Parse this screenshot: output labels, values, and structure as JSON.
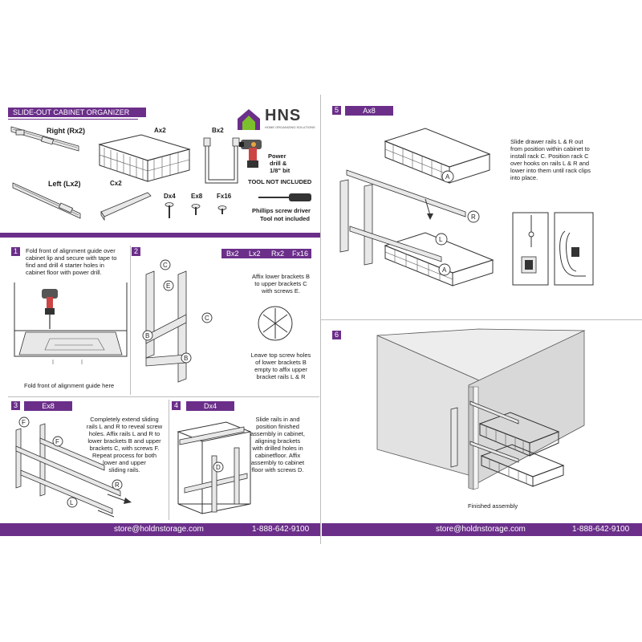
{
  "header": {
    "title": "SLIDE-OUT CABINET ORGANIZER"
  },
  "brand": {
    "logo_text": "HNS",
    "tagline": "HOME ORGANIZING SOLUTIONS",
    "logo_color": "#3a3a3a",
    "accent_green": "#7cbf2c"
  },
  "colors": {
    "accent": "#6b2f8a",
    "line": "#bdbdbd"
  },
  "parts": {
    "right": "Right (Rx2)",
    "left": "Left (Lx2)",
    "a": "Ax2",
    "b": "Bx2",
    "c": "Cx2",
    "d": "Dx4",
    "e": "Ex8",
    "f": "Fx16"
  },
  "tools": {
    "drill_line1": "Power",
    "drill_line2": "drill &",
    "drill_line3": "1/8\" bit",
    "tool_not_included_1": "TOOL NOT INCLUDED",
    "screwdriver_line1": "Phillips screw driver",
    "screwdriver_line2": "Tool not included"
  },
  "steps": {
    "s1": {
      "num": "1",
      "text1": "Fold front of alignment guide over",
      "text2": "cabinet lip and secure with tape to",
      "text3": "find and drill 4 starter holes in",
      "text4": "cabinet floor with power drill.",
      "caption": "Fold front of alignment guide here"
    },
    "s2": {
      "num": "2",
      "tags": [
        "Bx2",
        "Lx2",
        "Rx2",
        "Fx16"
      ],
      "text1": "Affix lower brackets B",
      "text2": "to upper brackets C",
      "text3": "with screws E.",
      "note1": "Leave top screw holes",
      "note2": "of lower brackets B",
      "note3": "empty to affix upper",
      "note4": "bracket rails L & R"
    },
    "s3": {
      "num": "3",
      "tag": "Ex8",
      "text1": "Completely extend sliding",
      "text2": "rails L and R to reveal screw",
      "text3": "holes. Affix rails L and R to",
      "text4": "lower brackets B and upper",
      "text5": "brackets C, with screws F.",
      "text6": "Repeat process for both",
      "text7": "lower and upper",
      "text8": "sliding rails."
    },
    "s4": {
      "num": "4",
      "tag": "Dx4",
      "text1": "Slide rails in and",
      "text2": "position finished",
      "text3": "assembly in cabinet,",
      "text4": "aligning brackets",
      "text5": "with drilled holes in",
      "text6": "cabinetfloor. Affix",
      "text7": "assembly to cabinet",
      "text8": "floor with screws D."
    },
    "s5": {
      "num": "5",
      "tag": "Ax8",
      "text1": "Slide drawer rails L & R out",
      "text2": "from position within cabinet to",
      "text3": "install rack C. Position rack C",
      "text4": "over hooks on rails L & R and",
      "text5": "lower into them until rack clips",
      "text6": "into place."
    },
    "s6": {
      "num": "6",
      "caption": "Finished assembly"
    }
  },
  "callouts": {
    "a": "A",
    "b": "B",
    "c": "C",
    "d": "D",
    "e": "E",
    "f": "F",
    "l": "L",
    "r": "R"
  },
  "footer": {
    "email_left": "store@holdnstorage.com",
    "phone_left": "1-888-642-9100",
    "email_right": "store@holdnstorage.com",
    "phone_right": "1-888-642-9100"
  }
}
